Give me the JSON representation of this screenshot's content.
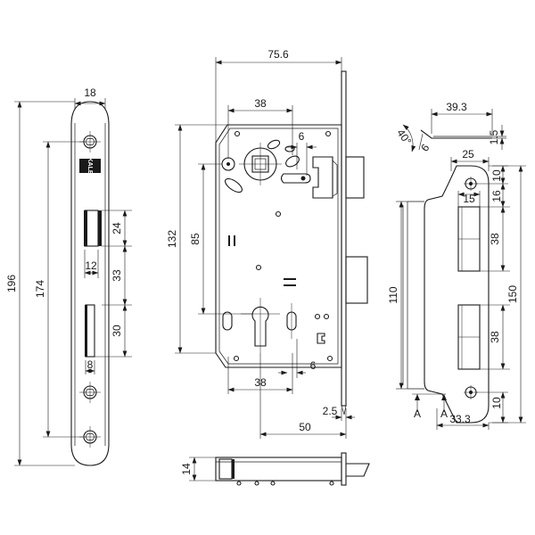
{
  "brand": {
    "logo_text": "KALE"
  },
  "faceplate": {
    "width": "18",
    "overall_length": "196",
    "screw_span": "174",
    "latch_hole_height": "24",
    "latch_hole_width": "12",
    "hole_spacing": "33",
    "bolt_hole_height": "30",
    "bolt_hole_width": "8"
  },
  "body": {
    "backset_width": "75.6",
    "top_width": "38",
    "height": "132",
    "center_distance": "85",
    "follower_offset": "6",
    "bottom_width": "38",
    "key_offset": "6",
    "plate_thickness": "2.5",
    "backset": "50"
  },
  "bottom_view": {
    "thickness": "14"
  },
  "strike_plate": {
    "angle": "40°",
    "projection": "39.3",
    "lip_depth": "6",
    "thickness": "1.5",
    "width": "25",
    "edge_offset": "10",
    "top_hole_offset": "15",
    "latch_offset": "16",
    "top_opening": "38",
    "center_distance": "110",
    "overall_length": "150",
    "bottom_opening": "38",
    "bottom_hole_offset": "10",
    "bottom_width": "33.3",
    "section_marker": "A"
  }
}
